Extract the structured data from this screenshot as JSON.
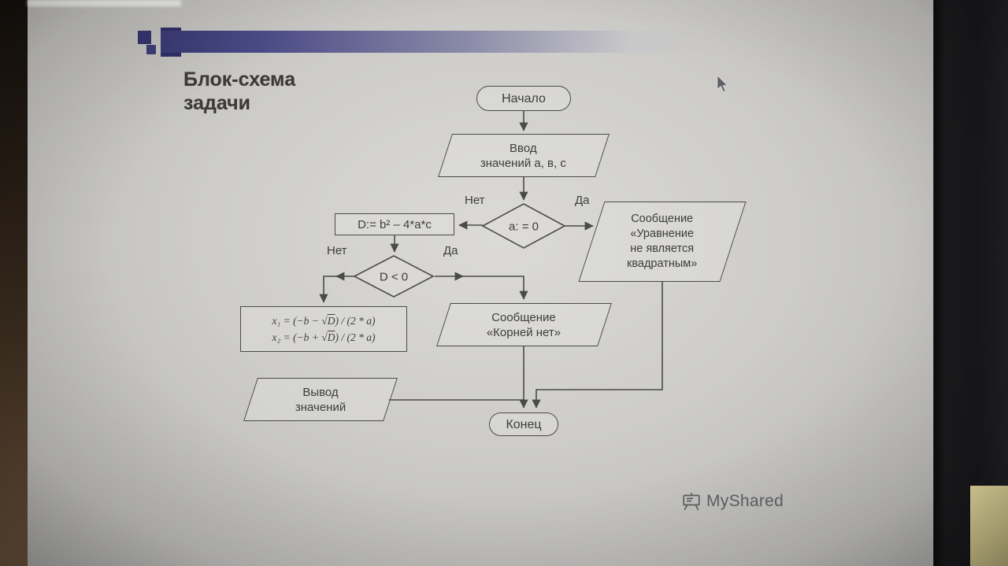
{
  "slide": {
    "title": {
      "line1": "Блок-схема",
      "line2": "задачи"
    }
  },
  "flowchart": {
    "start": "Начало",
    "input": {
      "line1": "Ввод",
      "line2": "значений а, в, с"
    },
    "decision_a": {
      "label": "а: = 0",
      "no": "Нет",
      "yes": "Да"
    },
    "discriminant": "D:= b² – 4*a*c",
    "message_not_quadratic": {
      "line1": "Сообщение",
      "line2": "«Уравнение",
      "line3": "не является",
      "line4": "квадратным»"
    },
    "decision_d": {
      "label": "D < 0",
      "no": "Нет",
      "yes": "Да"
    },
    "roots": {
      "f1_pre": "x₁ = (−b − √",
      "f1_rad": "D",
      "f1_post": ") / (2 * a)",
      "f2_pre": "x₂ = (−b + √",
      "f2_rad": "D",
      "f2_post": ") / (2 * a)"
    },
    "message_no_roots": {
      "line1": "Сообщение",
      "line2": "«Корней нет»"
    },
    "output": {
      "line1": "Вывод",
      "line2": "значений"
    },
    "end": "Конец"
  },
  "watermark": {
    "label": "MyShared"
  },
  "colors": {
    "accent_navy": "#35356f",
    "flow_line": "#4a4a4a",
    "flow_text": "#3d3d3d",
    "screen_bg": "#cdccc9"
  }
}
